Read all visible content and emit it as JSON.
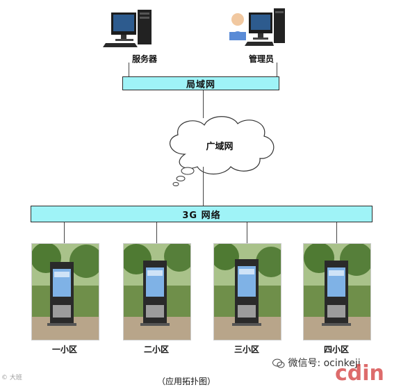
{
  "nodes": {
    "server_label": "服务器",
    "admin_label": "管理员",
    "lan_label": "局域网",
    "wan_label": "广域网",
    "net3g_label": "3G 网络"
  },
  "districts": [
    {
      "label": "一小区"
    },
    {
      "label": "二小区"
    },
    {
      "label": "三小区"
    },
    {
      "label": "四小区"
    }
  ],
  "caption": "（应用拓扑图）",
  "watermarks": {
    "wechat_text": "微信号: ocinkeji",
    "corner_logo": "cdin",
    "left_mark": "大班"
  },
  "colors": {
    "network_bar": "#9ff3f7",
    "cloud_fill": "#ffffff",
    "logo_red": "#d23a3a"
  }
}
